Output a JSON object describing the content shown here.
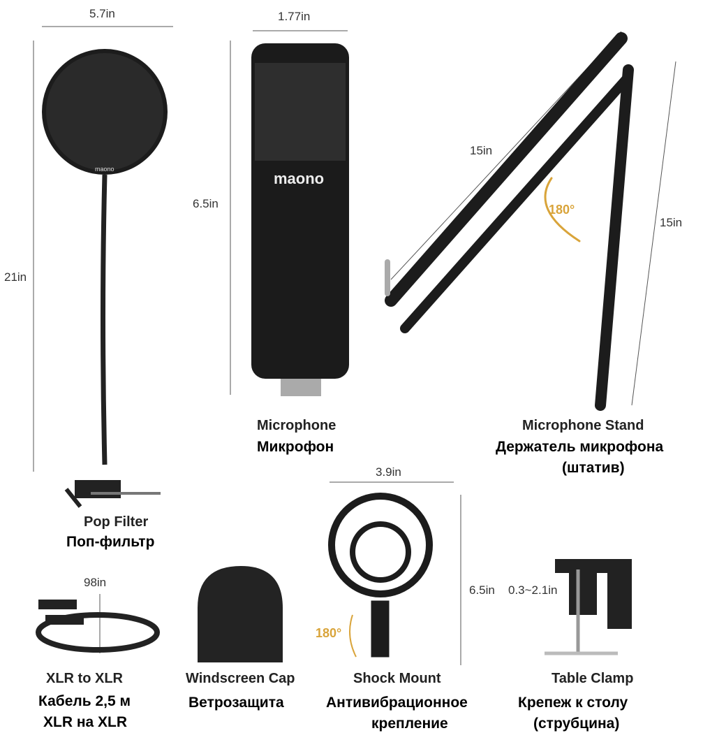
{
  "dimensions": {
    "pop_filter_width": "5.7in",
    "pop_filter_height": "21in",
    "mic_width": "1.77in",
    "mic_height": "6.5in",
    "stand_upper": "15in",
    "stand_lower": "15in",
    "stand_rotation": "180°",
    "shock_width": "3.9in",
    "shock_height": "6.5in",
    "shock_rotation": "180°",
    "cable_length": "98in",
    "clamp_range": "0.3~2.1in"
  },
  "brand": {
    "mic_logo": "maono",
    "filter_logo": "maono"
  },
  "items": {
    "microphone": {
      "en": "Microphone",
      "ru": "Микрофон"
    },
    "stand": {
      "en": "Microphone Stand",
      "ru1": "Держатель микрофона",
      "ru2": "(штатив)"
    },
    "pop_filter": {
      "en": "Pop Filter",
      "ru": "Поп-фильтр"
    },
    "cable": {
      "en": "XLR to XLR",
      "ru1": "Кабель 2,5 м",
      "ru2": "XLR на XLR"
    },
    "windscreen": {
      "en": "Windscreen Cap",
      "ru": "Ветрозащита"
    },
    "shock_mount": {
      "en": "Shock Mount",
      "ru1": "Антивибрационное",
      "ru2": "крепление"
    },
    "table_clamp": {
      "en": "Table Clamp",
      "ru1": "Крепеж к столу",
      "ru2": "(струбцина)"
    }
  },
  "colors": {
    "accent": "#d9a43a",
    "product": "#1e1e1e"
  }
}
